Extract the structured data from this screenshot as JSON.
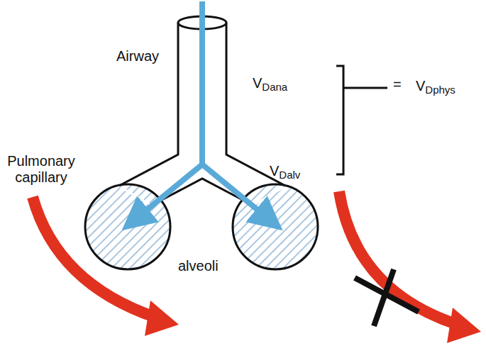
{
  "diagram": {
    "labels": [
      "Airway",
      "VDana",
      "VDalv",
      "=",
      "VDphys",
      "Pulmonary capillary",
      "alveoli"
    ]
  }
}
